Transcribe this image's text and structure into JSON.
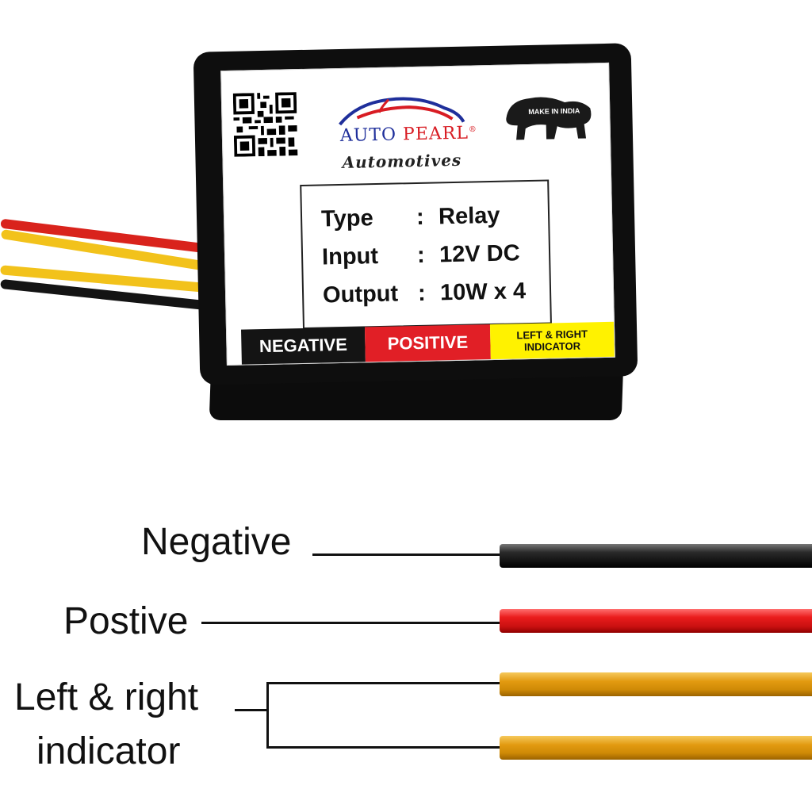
{
  "product": {
    "brand_part1": "AUTO",
    "brand_part2": "PEARL",
    "brand_mark": "®",
    "brand_sub": "Automotives",
    "make_in_india": "MAKE IN INDIA",
    "specs": [
      {
        "key": "Type",
        "value": "Relay"
      },
      {
        "key": "Input",
        "value": "12V DC"
      },
      {
        "key": "Output",
        "value": "10W x 4"
      }
    ],
    "band": {
      "negative": "NEGATIVE",
      "positive": "POSITIVE",
      "indicator_line1": "LEFT & RIGHT",
      "indicator_line2": "INDICATOR"
    },
    "icons": [
      "qr-code-icon",
      "car-outline-icon",
      "lion-icon"
    ]
  },
  "legend": {
    "negative": "Negative",
    "positive": "Postive",
    "indicator_line1": "Left & right",
    "indicator_line2": "indicator"
  },
  "colors": {
    "negative_wire": "#141414",
    "positive_wire": "#e11f26",
    "indicator_wire": "#e29a10",
    "brand_blue": "#1f2f9b",
    "brand_red": "#d81c23",
    "band_yellow": "#fff200"
  }
}
